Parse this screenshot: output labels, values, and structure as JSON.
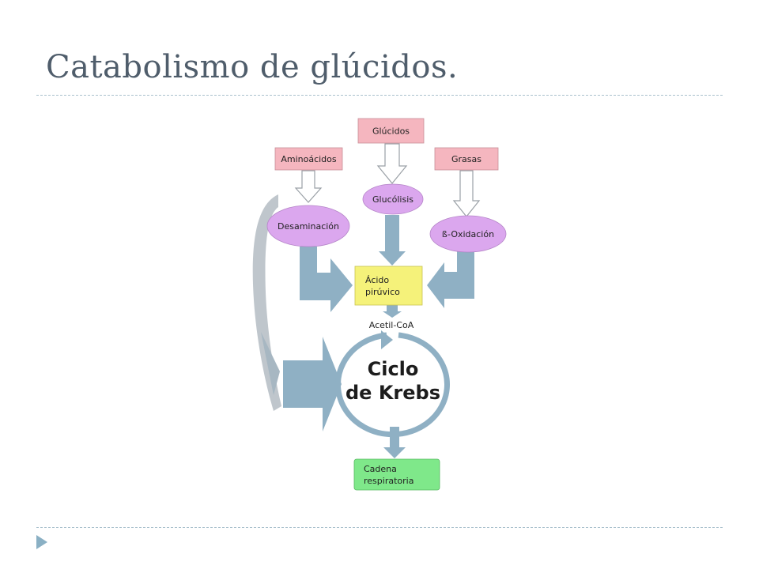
{
  "slide": {
    "title": "Catabolismo de glúcidos."
  },
  "diagram": {
    "nodes": {
      "glucidos": "Glúcidos",
      "aminoacidos": "Aminoácidos",
      "grasas": "Grasas",
      "glucolisis": "Glucólisis",
      "desaminacion": "Desaminación",
      "beta_oxidacion": "ß-Oxidación",
      "acido_piruvico_line1": "Ácido",
      "acido_piruvico_line2": "pirúvico",
      "acetil_coa": "Acetil-CoA",
      "krebs_line1": "Ciclo",
      "krebs_line2": "de Krebs",
      "cadena_line1": "Cadena",
      "cadena_line2": "respiratoria"
    },
    "colors": {
      "source_box": "#f5b6bf",
      "process_ellipse": "#dba7ee",
      "pyruvate_box": "#f5f27a",
      "chain_box": "#7fe88a",
      "arrow_fill": "#8fb0c4",
      "arrow_outline": "#9aa0a6"
    }
  }
}
